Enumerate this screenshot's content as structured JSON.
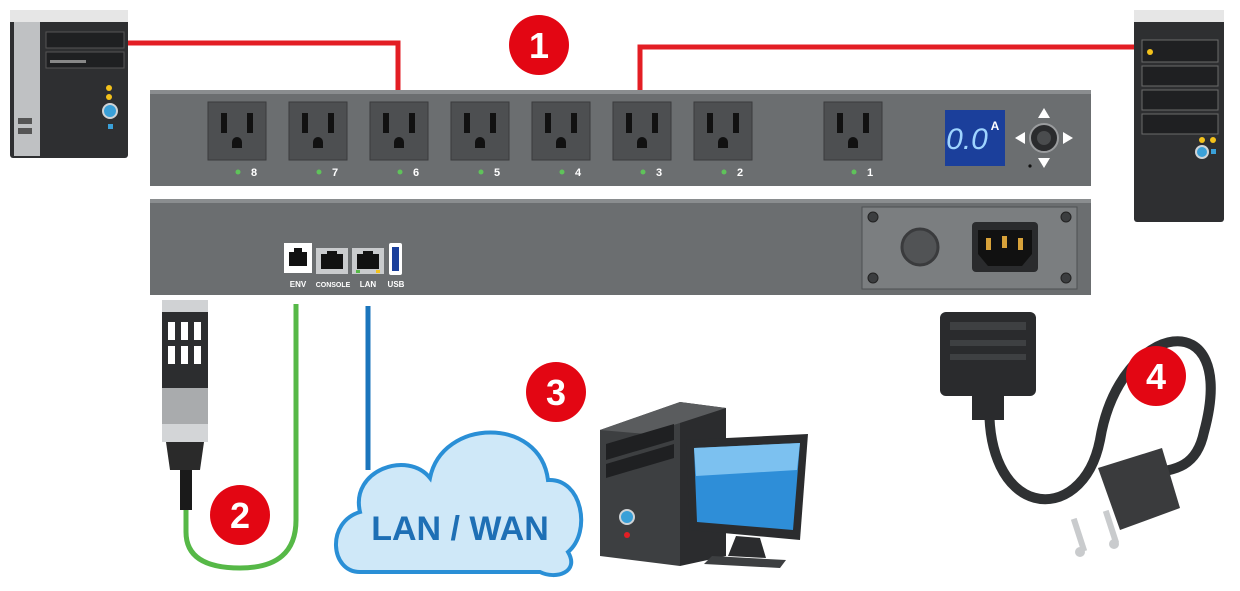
{
  "colors": {
    "badge_red": "#e30613",
    "cable_red": "#e31e24",
    "cable_green": "#56b847",
    "cable_blue": "#1b75bc",
    "panel_gray": "#6b6e70",
    "outlet_gray": "#4d4f51",
    "outlet_led": "#5fc35a",
    "display_blue": "#1b3f9b",
    "cloud_fill": "#cfe8f8",
    "cloud_text": "#1e6fb5"
  },
  "steps": [
    "1",
    "2",
    "3",
    "4"
  ],
  "outlet_labels": [
    "8",
    "7",
    "6",
    "5",
    "4",
    "3",
    "2",
    "1"
  ],
  "display": {
    "reading": "0.0",
    "unit": "A"
  },
  "ports": {
    "env": "ENV",
    "console": "CONSOLE",
    "lan": "LAN",
    "usb": "USB"
  },
  "network": {
    "label": "LAN / WAN"
  },
  "icons": [
    "server-tower-icon",
    "temperature-sensor-icon",
    "desktop-computer-icon",
    "power-cord-icon",
    "navigation-pad-icon",
    "iec-inlet-icon",
    "cloud-icon"
  ]
}
